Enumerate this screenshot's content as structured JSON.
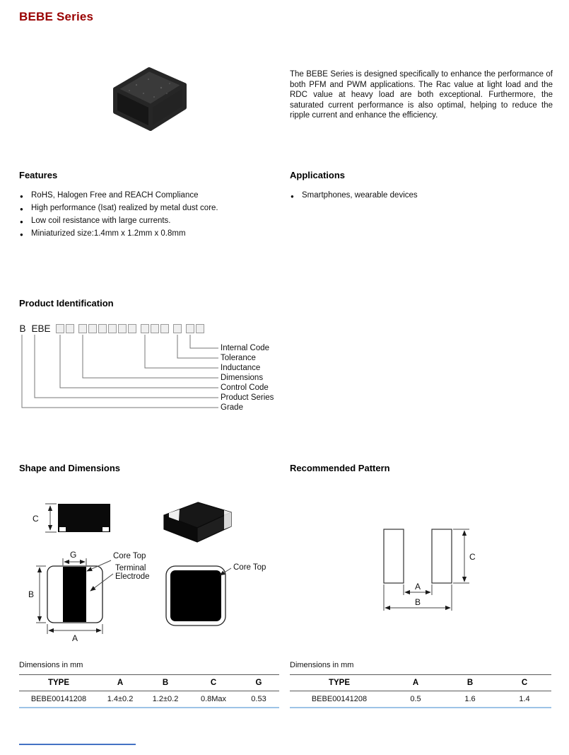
{
  "page": {
    "title": "BEBE Series",
    "description": "The BEBE Series is designed specifically to enhance the performance of both PFM and PWM applications. The Rac value at light load and the RDC value at heavy load are both exceptional. Furthermore, the saturated current performance is also optimal, helping to reduce the ripple current and enhance the efficiency."
  },
  "features": {
    "heading": "Features",
    "items": [
      "RoHS, Halogen Free and REACH Compliance",
      "High performance (Isat) realized by metal dust core.",
      "Low coil resistance with large currents.",
      "Miniaturized size:1.4mm x 1.2mm x 0.8mm"
    ]
  },
  "applications": {
    "heading": "Applications",
    "items": [
      "Smartphones, wearable devices"
    ]
  },
  "product_identification": {
    "heading": "Product Identification",
    "grade_code": "B",
    "series_code": "EBE",
    "code_groups": [
      2,
      6,
      3,
      1,
      2
    ],
    "labels": [
      "Internal Code",
      "Tolerance",
      "Inductance",
      "Dimensions",
      "Control Code",
      "Product Series",
      "Grade"
    ]
  },
  "shape_and_dimensions": {
    "heading": "Shape and Dimensions",
    "labels": {
      "c": "C",
      "g": "G",
      "b": "B",
      "a": "A",
      "core_top": "Core Top",
      "terminal_line1": "Terminal",
      "terminal_line2": "Electrode",
      "core_top_right": "Core Top"
    }
  },
  "recommended_pattern": {
    "heading": "Recommended Pattern",
    "labels": {
      "a": "A",
      "b": "B",
      "c": "C"
    }
  },
  "dimensions_table": {
    "caption": "Dimensions in mm",
    "headers": [
      "TYPE",
      "A",
      "B",
      "C",
      "G"
    ],
    "rows": [
      [
        "BEBE00141208",
        "1.4±0.2",
        "1.2±0.2",
        "0.8Max",
        "0.53"
      ]
    ]
  },
  "pattern_table": {
    "caption": "Dimensions in mm",
    "headers": [
      "TYPE",
      "A",
      "B",
      "C"
    ],
    "rows": [
      [
        "BEBE00141208",
        "0.5",
        "1.6",
        "1.4"
      ]
    ]
  }
}
